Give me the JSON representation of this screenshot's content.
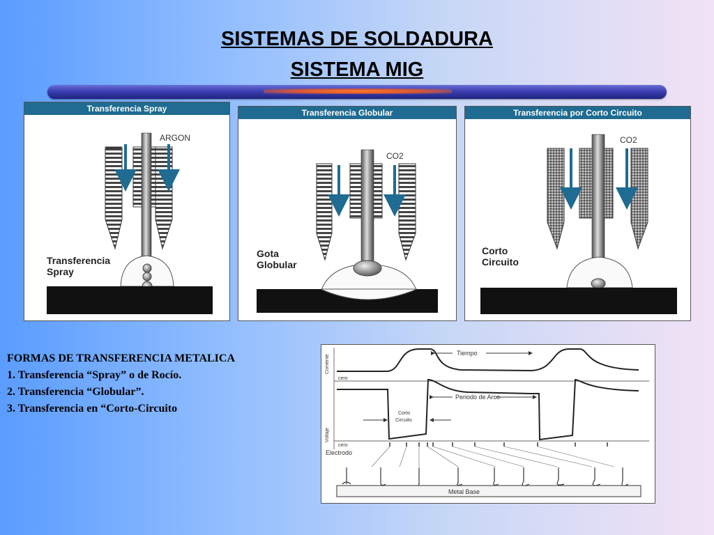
{
  "slide": {
    "title_line1": "SISTEMAS DE SOLDADURA",
    "title_line2": "SISTEMA MIG"
  },
  "panels": [
    {
      "header": "Transferencia Spray",
      "gas": "ARGON",
      "label_line1": "Transferencia",
      "label_line2": "Spray"
    },
    {
      "header": "Transferencia Globular",
      "gas": "CO2",
      "label_line1": "Gota",
      "label_line2": "Globular"
    },
    {
      "header": "Transferencia por Corto Circuito",
      "gas": "CO2",
      "label_line1": "Corto",
      "label_line2": "Circuito"
    }
  ],
  "forms": {
    "heading": "FORMAS DE TRANSFERENCIA METALICA",
    "items": [
      "1. Transferencia “Spray” o de Rocío.",
      "2. Transferencia “Globular”.",
      "3. Transferencia en “Corto-Circuito"
    ]
  },
  "graph": {
    "tiempo": "Tiempo",
    "corriente": "Corriente",
    "cero_top": "cero",
    "periodo_arco": "Periodo de Arco",
    "corto_line1": "Corto",
    "corto_line2": "Circuito",
    "voltaje": "Voltaje",
    "cero_bottom": "cero",
    "electrodo": "Electrodo",
    "metal_base": "Metal Base"
  },
  "colors": {
    "panel_header": "#1f6b91",
    "arrow": "#1f6b91",
    "title_bar": "#2a2f9a"
  }
}
